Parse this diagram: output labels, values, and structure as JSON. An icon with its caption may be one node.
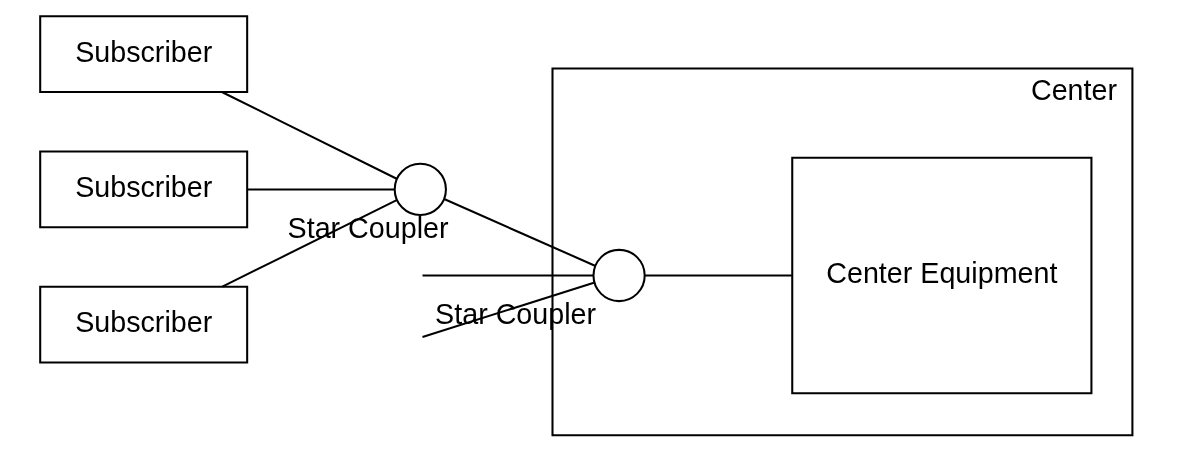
{
  "diagram": {
    "nodes": [
      {
        "text": [
          "Subscriber"
        ]
      },
      {
        "text": [
          "Subscriber"
        ]
      },
      {
        "text": [
          "Subscriber"
        ]
      },
      {
        "text": [],
        "shape": "circle",
        "beside": [
          "Star Coupler"
        ]
      },
      {
        "text": [
          "Center"
        ]
      },
      {
        "text": [],
        "shape": "circle",
        "beside": [
          "Star Coupler"
        ],
        "in": 4
      },
      {
        "text": [
          "Center Equipment"
        ],
        "in": 4
      }
    ],
    "edges": [
      {
        "from": 0,
        "to": 3,
        "arrow": "none"
      },
      {
        "from": 1,
        "to": 3,
        "arrow": "none"
      },
      {
        "from": 2,
        "to": 3,
        "arrow": "none"
      },
      {
        "from": 3,
        "to": 5,
        "arrow": "none"
      },
      {
        "from": null,
        "to": 5,
        "arrow": "none"
      },
      {
        "from": null,
        "to": 5,
        "arrow": "none"
      },
      {
        "from": 5,
        "to": 6,
        "arrow": "none"
      }
    ]
  }
}
